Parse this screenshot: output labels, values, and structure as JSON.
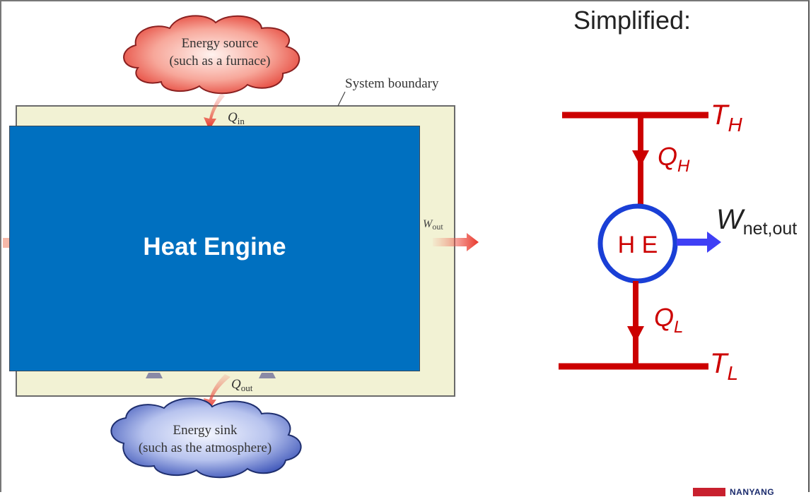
{
  "left_diagram": {
    "source_cloud": {
      "line1": "Energy source",
      "line2": "(such as a furnace)"
    },
    "sink_cloud": {
      "line1": "Energy sink",
      "line2": "(such as the atmosphere)"
    },
    "system_boundary_label": "System boundary",
    "q_in": {
      "symbol": "Q",
      "subscript": "in"
    },
    "q_out": {
      "symbol": "Q",
      "subscript": "out"
    },
    "w_out": {
      "symbol": "W",
      "subscript": "out"
    },
    "engine_label": "Heat Engine"
  },
  "right_diagram": {
    "title": "Simplified:",
    "t_high": {
      "symbol": "T",
      "subscript": "H"
    },
    "q_high": {
      "symbol": "Q",
      "subscript": "H"
    },
    "engine_abbrev": "H E",
    "w_net": {
      "symbol": "W",
      "subscript": "net,out"
    },
    "q_low": {
      "symbol": "Q",
      "subscript": "L"
    },
    "t_low": {
      "symbol": "T",
      "subscript": "L"
    }
  },
  "logo": {
    "text": "NANYANG"
  },
  "colors": {
    "engine_blue": "#0070c0",
    "boundary_fill": "#f2f2d4",
    "reservoir_red": "#cc0000",
    "engine_circle_blue": "#1a3fd6",
    "work_arrow_blue": "#3f3ff5"
  }
}
